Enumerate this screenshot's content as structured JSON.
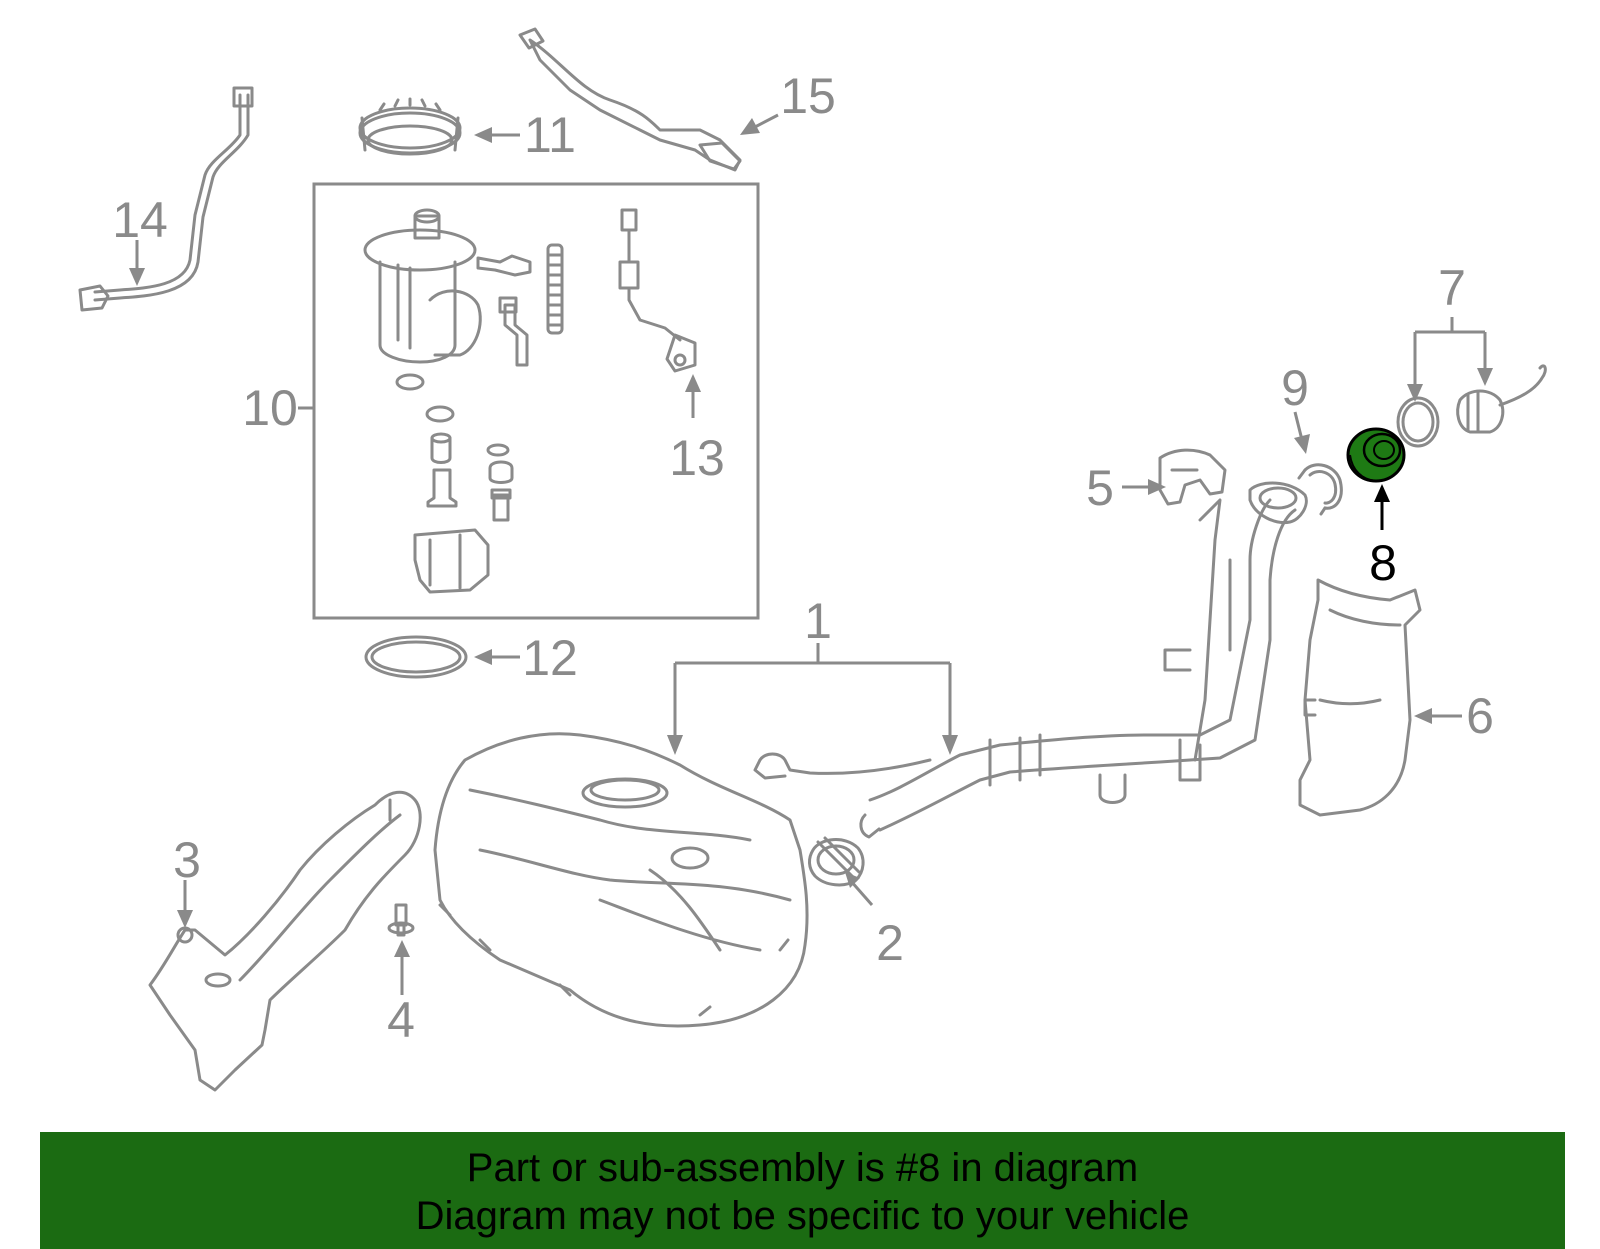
{
  "diagram": {
    "callouts": [
      {
        "id": "1",
        "label": "1"
      },
      {
        "id": "2",
        "label": "2"
      },
      {
        "id": "3",
        "label": "3"
      },
      {
        "id": "4",
        "label": "4"
      },
      {
        "id": "5",
        "label": "5"
      },
      {
        "id": "6",
        "label": "6"
      },
      {
        "id": "7",
        "label": "7"
      },
      {
        "id": "8",
        "label": "8"
      },
      {
        "id": "9",
        "label": "9"
      },
      {
        "id": "10",
        "label": "10"
      },
      {
        "id": "11",
        "label": "11"
      },
      {
        "id": "12",
        "label": "12"
      },
      {
        "id": "13",
        "label": "13"
      },
      {
        "id": "14",
        "label": "14"
      },
      {
        "id": "15",
        "label": "15"
      }
    ],
    "highlighted_part": "8",
    "colors": {
      "line": "#8a8a8a",
      "highlight_fill": "#1e7a14",
      "highlight_text": "#000000",
      "banner_bg": "#1b6b12",
      "banner_text": "#000000"
    }
  },
  "banner": {
    "line1": "Part or sub-assembly is #8 in diagram",
    "line2": "Diagram may not be specific to your vehicle"
  }
}
